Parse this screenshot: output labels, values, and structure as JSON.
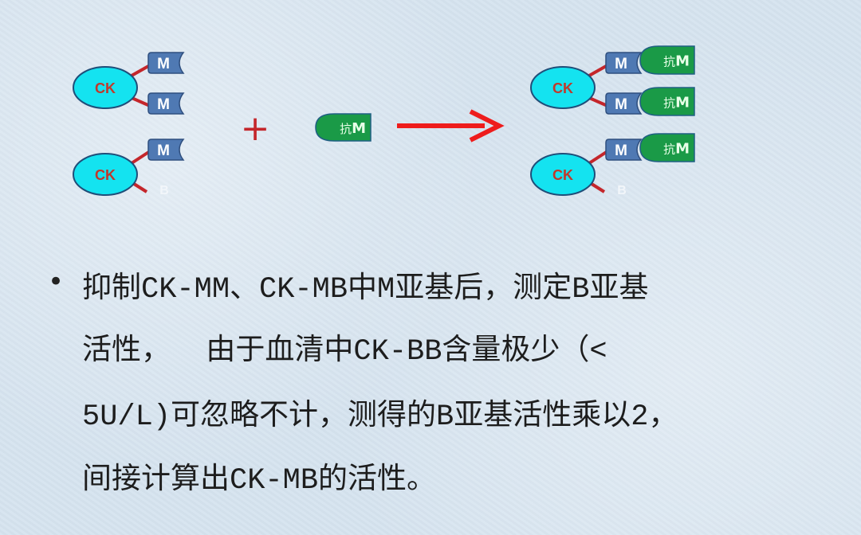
{
  "diagram": {
    "enzyme_label": "CK",
    "m_subunit_label": "M",
    "b_subunit_label": "B",
    "antibody_label_prefix": "抗",
    "antibody_label_suffix": "M",
    "operator": "+",
    "colors": {
      "background": "#d5e3ef",
      "enzyme_fill": "#14e3f0",
      "enzyme_text": "#c0392b",
      "m_box": "#4f79b3",
      "antibody": "#1a9a47",
      "link": "#c4262b",
      "arrow": "#ee1c1c"
    }
  },
  "text": {
    "bullet": "•",
    "lines": [
      "抑制CK-MM、CK-MB中M亚基后，测定B亚基",
      "活性，  由于血清中CK-BB含量极少（<",
      "5U/L)可忽略不计，测得的B亚基活性乘以2，",
      "间接计算出CK-MB的活性。"
    ]
  }
}
